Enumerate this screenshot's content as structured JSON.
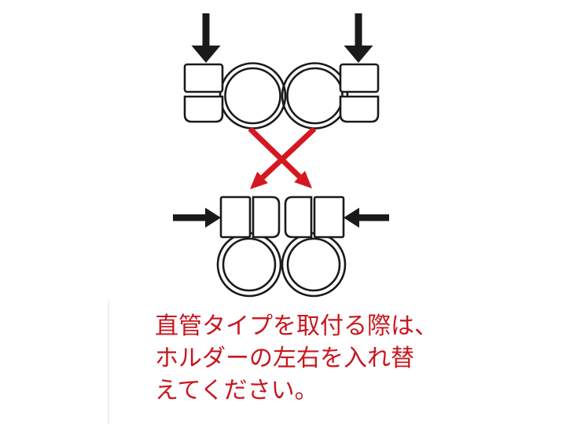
{
  "colors": {
    "background": "#ffffff",
    "diagram_black": "#1a1a1a",
    "arrow_red": "#d5171f",
    "note_red": "#c8161e"
  },
  "icons": {
    "press-down-arrow-icon": "⬇",
    "swap-cross-arrows-icon": "⤫",
    "push-inward-arrow-icon": "➜"
  },
  "note": {
    "lines": [
      "直管タイプを取付る際は、",
      "ホルダーの左右を入れ替",
      "えてください。"
    ],
    "full_text": "直管タイプを取付る際は、ホルダーの左右を入れ替えてください。"
  }
}
